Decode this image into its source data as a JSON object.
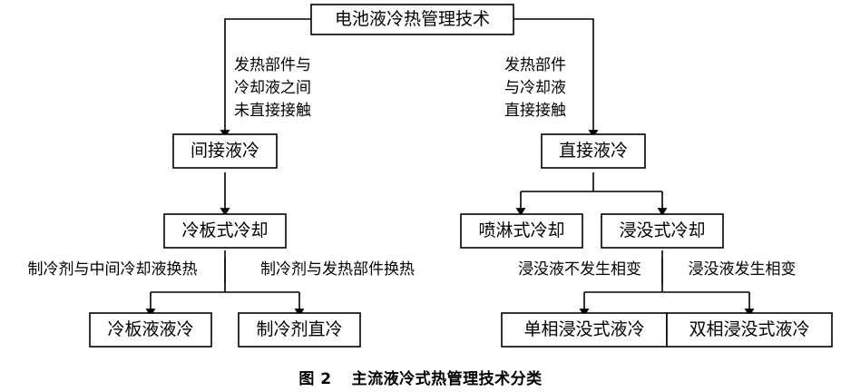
{
  "figure": {
    "caption_number": "图 2",
    "caption_title": "主流液冷式热管理技术分类",
    "type": "flowchart",
    "colors": {
      "line": "#000000",
      "box_fill": "#ffffff",
      "text": "#000000",
      "background": "#ffffff"
    }
  },
  "nodes": {
    "root": {
      "label": "电池液冷热管理技术"
    },
    "indirect": {
      "label": "间接液冷"
    },
    "direct": {
      "label": "直接液冷"
    },
    "cold_plate": {
      "label": "冷板式冷却"
    },
    "spray": {
      "label": "喷淋式冷却"
    },
    "immersion": {
      "label": "浸没式冷却"
    },
    "plate_liquid_liquid": {
      "label": "冷板液液冷"
    },
    "refrigerant_direct": {
      "label": "制冷剂直冷"
    },
    "single_phase_immersion": {
      "label": "单相浸没式液冷"
    },
    "dual_phase_immersion": {
      "label": "双相浸没式液冷"
    }
  },
  "edge_labels": {
    "root_to_indirect": {
      "line1": "发热部件与",
      "line2": "冷却液之间",
      "line3": "未直接接触"
    },
    "root_to_direct": {
      "line1": "发热部件",
      "line2": "与冷却液",
      "line3": "直接接触"
    },
    "cold_plate_left": "制冷剂与中间冷却液换热",
    "cold_plate_right": "制冷剂与发热部件换热",
    "immersion_left": "浸没液不发生相变",
    "immersion_right": "浸没液发生相变"
  }
}
